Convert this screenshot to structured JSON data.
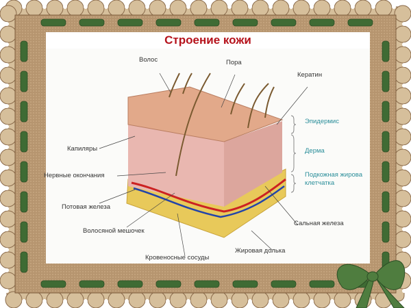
{
  "title": "Строение кожи",
  "labels": {
    "hair": "Волос",
    "pore": "Пора",
    "keratin": "Кератин",
    "capillaries": "Капиляры",
    "nerve_endings": "Нервные окончания",
    "sweat_gland": "Потовая железа",
    "hair_follicle": "Волосяной мешочек",
    "blood_vessels": "Кровеносные сосуды",
    "fat_lobule": "Жировая долька",
    "sebaceous_gland": "Сальная железа"
  },
  "layers": {
    "epidermis": "Эпидермис",
    "dermis": "Дерма",
    "subcutaneous_line1": "Подкожная жирова",
    "subcutaneous_line2": "клетчатка"
  },
  "colors": {
    "title": "#b5121b",
    "layer_labels": "#2a8e9a",
    "ribbon": "#3f6b34",
    "frame": "#b39372"
  }
}
